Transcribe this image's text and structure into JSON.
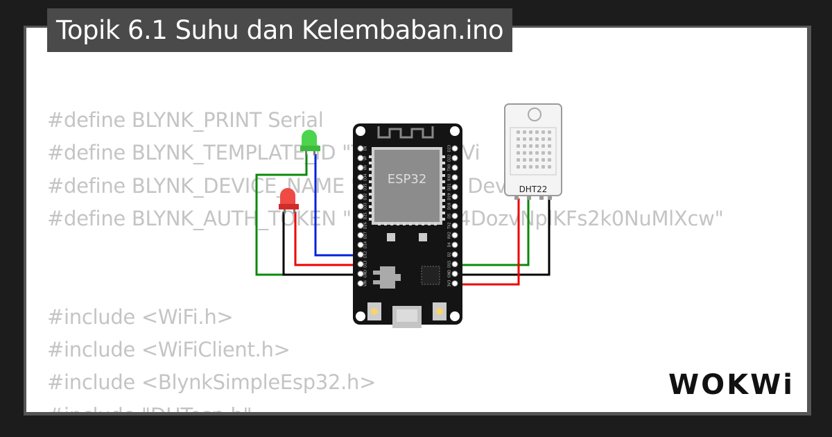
{
  "project": {
    "title": "Topik 6.1 Suhu dan Kelembaban.ino"
  },
  "code": {
    "lines": [
      "#define BLYNK_PRINT Serial",
      "#define BLYNK_TEMPLATE_ID \"TMPL6DDOVi",
      "#define BLYNK_DEVICE_NAME \"Quickstart Device\"",
      "#define BLYNK_AUTH_TOKEN \"LvHT8BIE64DozvNplKFs2k0NuMlXcw\"",
      "",
      "",
      "#include <WiFi.h>",
      "#include <WiFiClient.h>",
      "#include <BlynkSimpleEsp32.h>",
      "#include \"DHTesp.h\""
    ]
  },
  "board": {
    "label": "ESP32",
    "left_pins": [
      "EN",
      "VP",
      "VN",
      "D34",
      "D35",
      "D32",
      "D33",
      "D25",
      "D26",
      "D27",
      "D14",
      "D12",
      "D13",
      "GND",
      "VIN"
    ],
    "right_pins": [
      "D23",
      "D22",
      "TX0",
      "RX0",
      "D21",
      "D19",
      "D18",
      "D5",
      "TX2",
      "RX2",
      "D4",
      "D2",
      "D15",
      "GND",
      "3V3"
    ]
  },
  "sensor": {
    "label": "DHT22"
  },
  "leds": [
    {
      "color": "#3dbb3d"
    },
    {
      "color": "#e0342f"
    }
  ],
  "wires": {
    "green": "#0a8a0a",
    "blue": "#0022dd",
    "red": "#ee0000",
    "black": "#000000"
  },
  "brand": {
    "name": "WOKWi"
  }
}
